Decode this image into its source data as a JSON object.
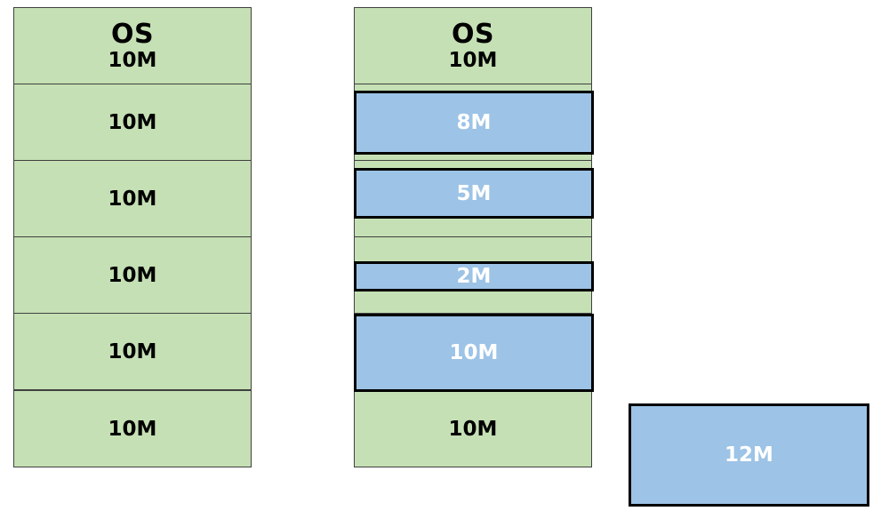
{
  "left_column": {
    "partitions": [
      {
        "title": "OS",
        "size": "10M"
      },
      {
        "size": "10M"
      },
      {
        "size": "10M"
      },
      {
        "size": "10M"
      },
      {
        "size": "10M"
      },
      {
        "size": "10M"
      }
    ]
  },
  "right_column": {
    "partitions": [
      {
        "title": "OS",
        "size": "10M"
      },
      {
        "size": "10M"
      },
      {
        "size": "10M"
      },
      {
        "size": "10M"
      },
      {
        "size": "10M"
      },
      {
        "size": "10M"
      }
    ],
    "processes": [
      {
        "size": "8M"
      },
      {
        "size": "5M"
      },
      {
        "size": "2M"
      },
      {
        "size": "10M"
      }
    ]
  },
  "waiting_process": {
    "size": "12M"
  },
  "colors": {
    "partition_fill": "#c5e0b4",
    "process_fill": "#9dc3e6",
    "process_border": "#000000",
    "process_text": "#ffffff"
  }
}
